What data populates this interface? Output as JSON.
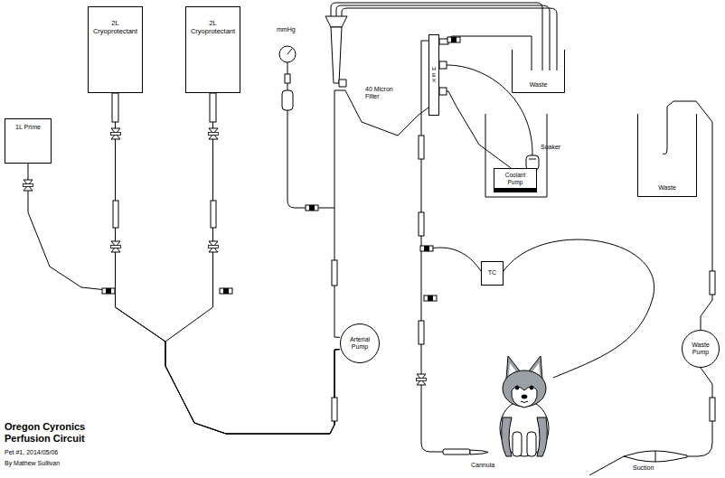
{
  "diagram": {
    "title": "Oregon Cyronics Perfusion Circuit",
    "nodes": [
      {
        "text": [
          "2L Cryoprotectant"
        ]
      },
      {
        "text": [
          "2L Cryoprotectant"
        ]
      },
      {
        "text": [
          "1L Prime"
        ]
      },
      {
        "text": [
          "H E X"
        ]
      },
      {
        "text": [
          "Waste"
        ]
      },
      {
        "text": [
          "Coolant Pump"
        ]
      },
      {
        "text": [
          "Waste"
        ]
      },
      {
        "text": [
          "TC"
        ]
      },
      {
        "text": [
          "Arterial Pump"
        ]
      },
      {
        "text": [
          "Waste Pump"
        ]
      }
    ],
    "edges": [
      {
        "from": 0,
        "to": 8,
        "arrow": "none"
      },
      {
        "from": 1,
        "to": 8,
        "arrow": "none"
      },
      {
        "from": 2,
        "to": 8,
        "arrow": "none"
      },
      {
        "from": 8,
        "to": 3,
        "arrow": "none"
      },
      {
        "from": 3,
        "to": 4,
        "arrow": "none"
      },
      {
        "from": 5,
        "to": 3,
        "arrow": "none"
      },
      {
        "from": 9,
        "to": 6,
        "arrow": "none"
      }
    ],
    "labels": [
      "mmHg",
      "40 Micron Filter",
      "Soaker",
      "Cannula",
      "Suction",
      "Pet #1, 2014/05/06",
      "By Mathew Sullivan"
    ]
  }
}
